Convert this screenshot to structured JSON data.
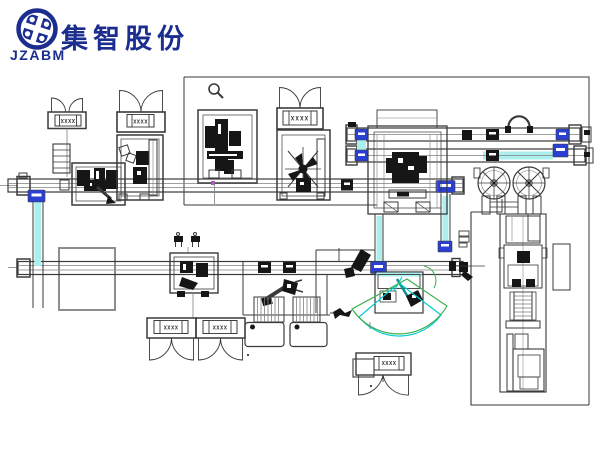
{
  "logo": {
    "company_name": "集智股份",
    "company_abbr": "JZABM"
  },
  "drawing": {
    "station_tag": "XXXX"
  },
  "colors": {
    "brand": "#1b2d8f",
    "line": "#3a3a3a",
    "line_light": "#7f7f7f",
    "dark": "#161616",
    "cyan_fill": "#abf0ee",
    "cyan_stroke": "#00ccd2",
    "blue_connector": "#2b3fd3",
    "green": "#3fae4e",
    "gray": "#8d8d8d",
    "purple": "#a65bc8"
  }
}
